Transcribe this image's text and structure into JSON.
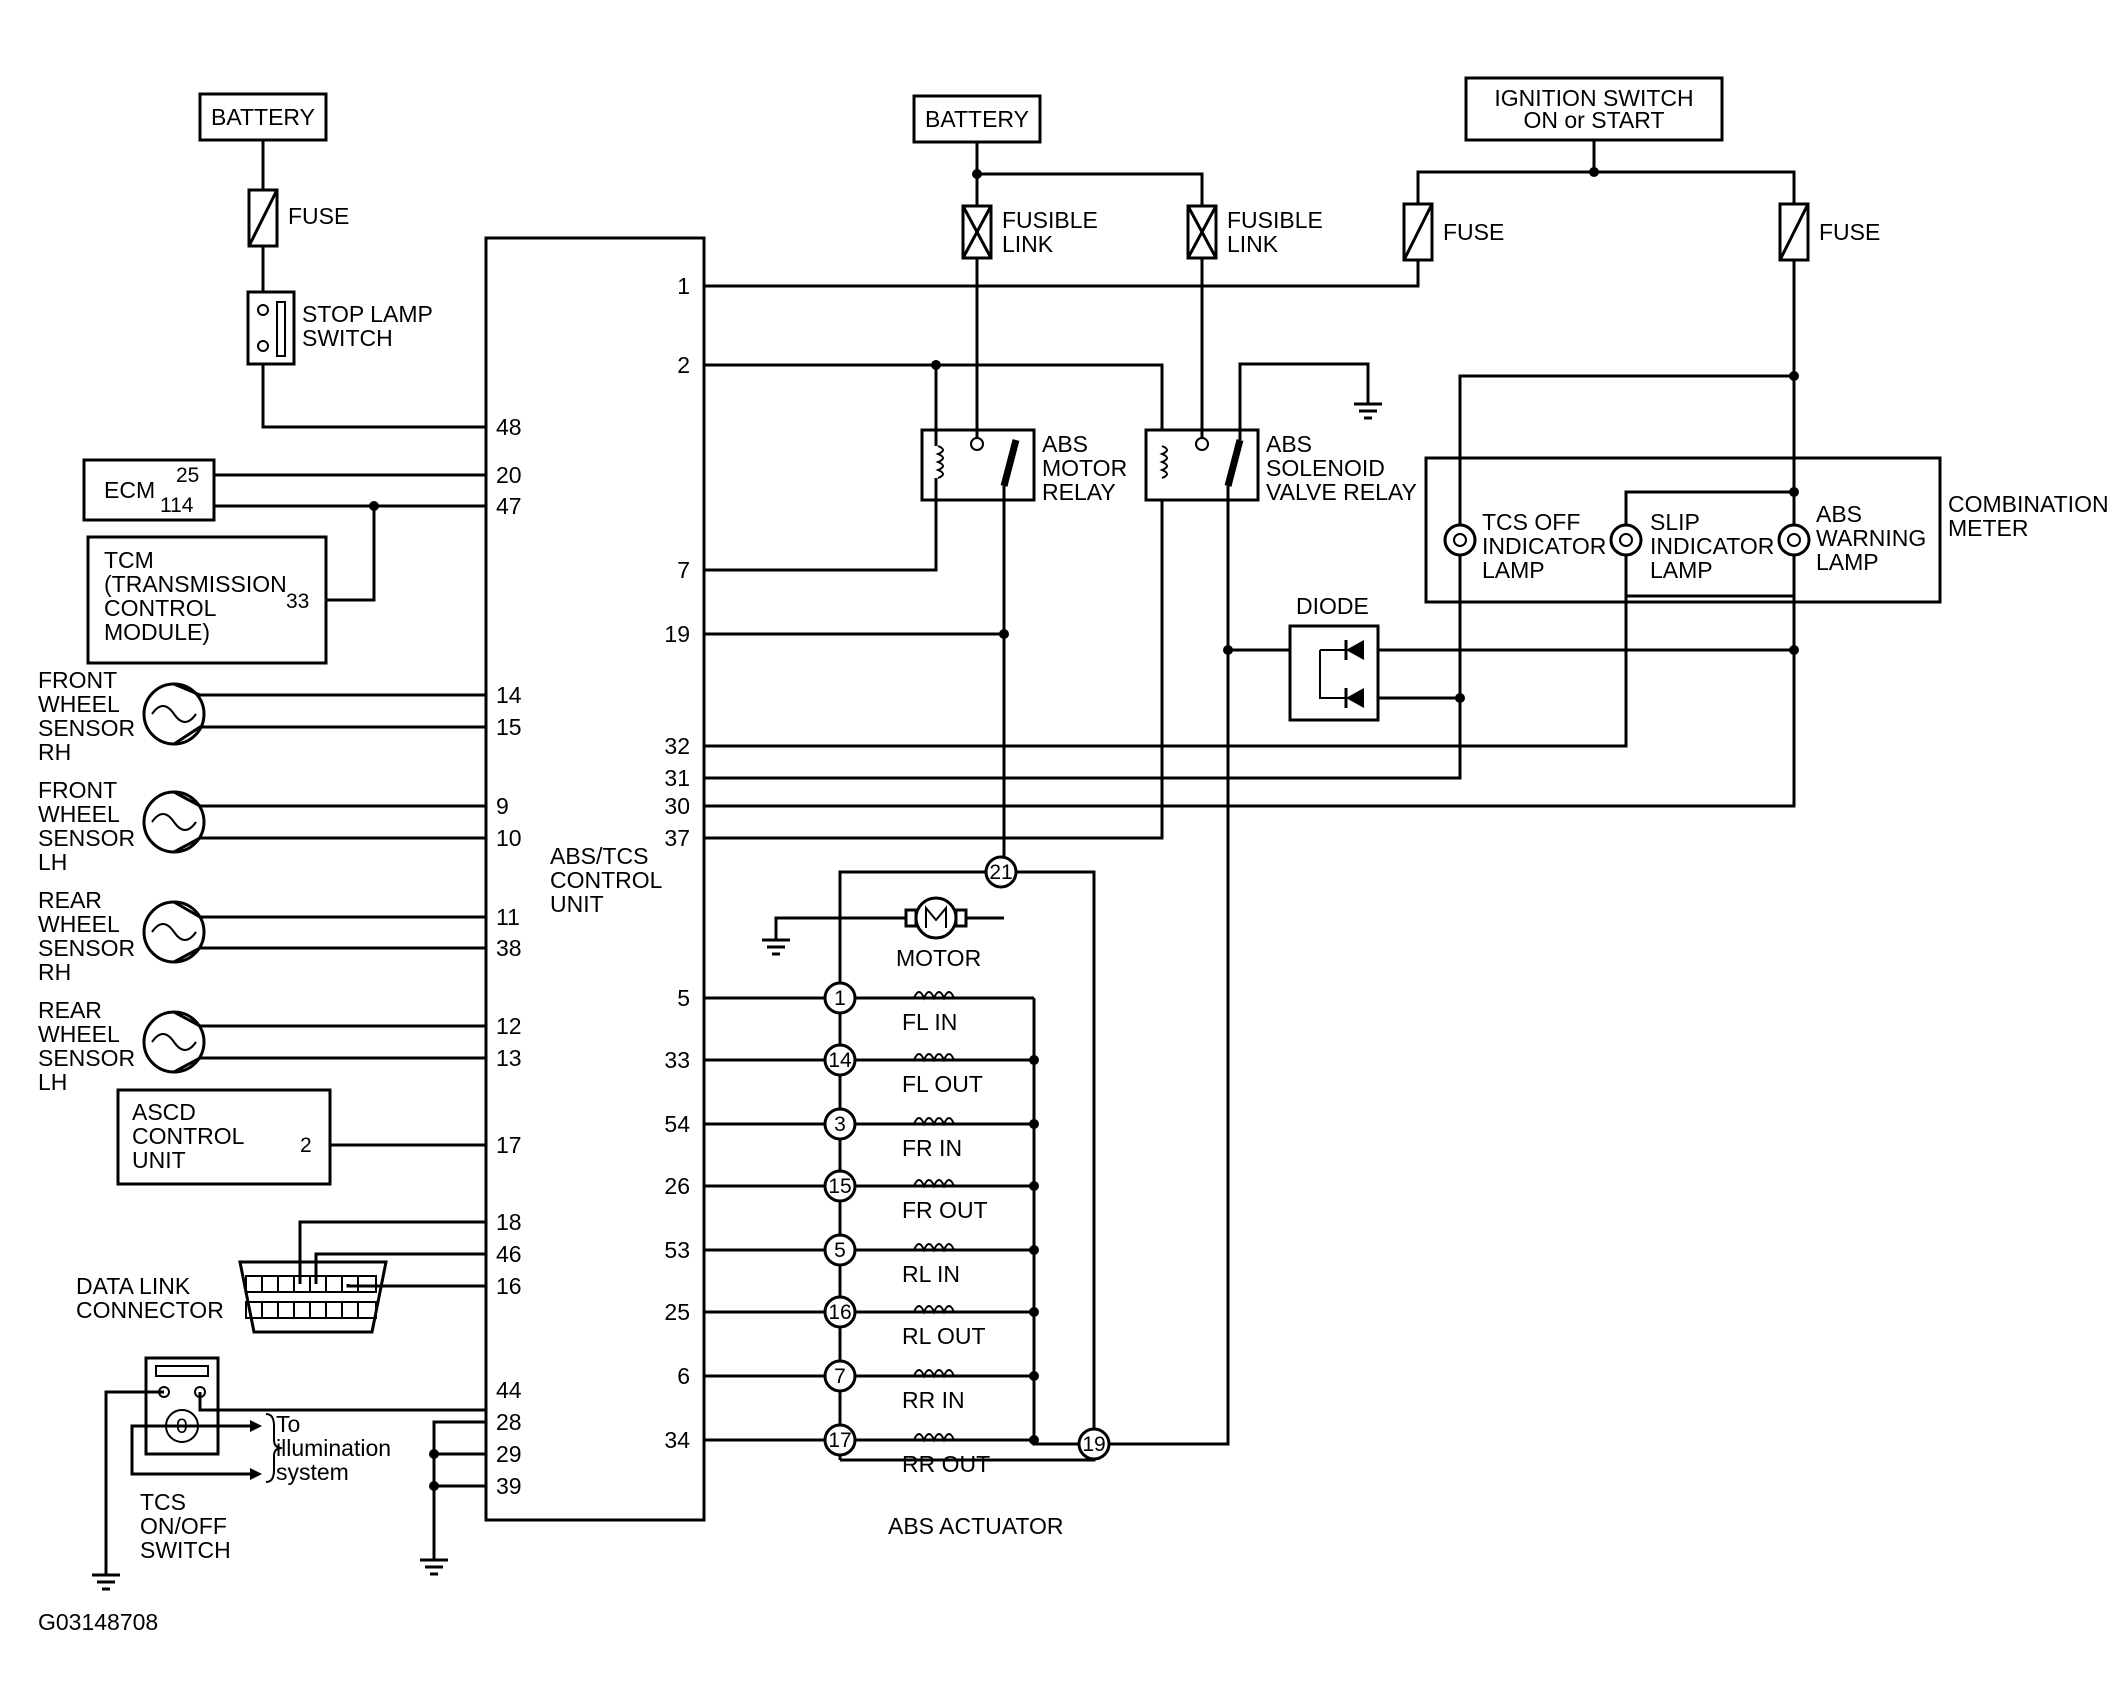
{
  "figure_id": "G03148708",
  "labels": {
    "battery_left": "BATTERY",
    "battery_mid": "BATTERY",
    "ignition_line1": "IGNITION SWITCH",
    "ignition_line2": "ON or START",
    "fuse": "FUSE",
    "fusible_line1": "FUSIBLE",
    "fusible_line2": "LINK",
    "stop_lamp_line1": "STOP LAMP",
    "stop_lamp_line2": "SWITCH",
    "ecm": "ECM",
    "ecm_pin_25": "25",
    "ecm_pin_114": "114",
    "tcm_lines": [
      "TCM",
      "(TRANSMISSION",
      "CONTROL",
      "MODULE)"
    ],
    "tcm_pin": "33",
    "ascd_lines": [
      "ASCD",
      "CONTROL",
      "UNIT"
    ],
    "ascd_pin": "2",
    "data_link_line1": "DATA LINK",
    "data_link_line2": "CONNECTOR",
    "illum_line1": "To",
    "illum_line2": "illumination",
    "illum_line3": "system",
    "tcs_switch_line1": "TCS",
    "tcs_switch_line2": "ON/OFF",
    "tcs_switch_line3": "SWITCH",
    "control_unit_line1": "ABS/TCS",
    "control_unit_line2": "CONTROL",
    "control_unit_line3": "UNIT",
    "motor_relay_lines": [
      "ABS",
      "MOTOR",
      "RELAY"
    ],
    "solenoid_relay_lines": [
      "ABS",
      "SOLENOID",
      "VALVE RELAY"
    ],
    "diode": "DIODE",
    "tcs_off_lines": [
      "TCS OFF",
      "INDICATOR",
      "LAMP"
    ],
    "slip_lines": [
      "SLIP",
      "INDICATOR",
      "LAMP"
    ],
    "abs_warn_lines": [
      "ABS",
      "WARNING",
      "LAMP"
    ],
    "combination_meter_line1": "COMBINATION",
    "combination_meter_line2": "METER",
    "motor": "MOTOR",
    "abs_actuator": "ABS ACTUATOR",
    "sensor_fr_rh": [
      "FRONT",
      "WHEEL",
      "SENSOR",
      "RH"
    ],
    "sensor_fr_lh": [
      "FRONT",
      "WHEEL",
      "SENSOR",
      "LH"
    ],
    "sensor_rr_rh": [
      "REAR",
      "WHEEL",
      "SENSOR",
      "RH"
    ],
    "sensor_rr_lh": [
      "REAR",
      "WHEEL",
      "SENSOR",
      "LH"
    ]
  },
  "left_pins": [
    "48",
    "20",
    "47",
    "14",
    "15",
    "9",
    "10",
    "11",
    "38",
    "12",
    "13",
    "17",
    "18",
    "46",
    "16",
    "44",
    "28",
    "29",
    "39"
  ],
  "right_pins": [
    "1",
    "2",
    "7",
    "19",
    "32",
    "31",
    "30",
    "37",
    "5",
    "33",
    "54",
    "26",
    "53",
    "25",
    "6",
    "34"
  ],
  "actuator_terminals": [
    "21",
    "1",
    "14",
    "3",
    "15",
    "5",
    "16",
    "7",
    "17",
    "19"
  ],
  "solenoids": [
    "FL IN",
    "FL OUT",
    "FR IN",
    "FR OUT",
    "RL IN",
    "RL OUT",
    "RR IN",
    "RR OUT"
  ]
}
